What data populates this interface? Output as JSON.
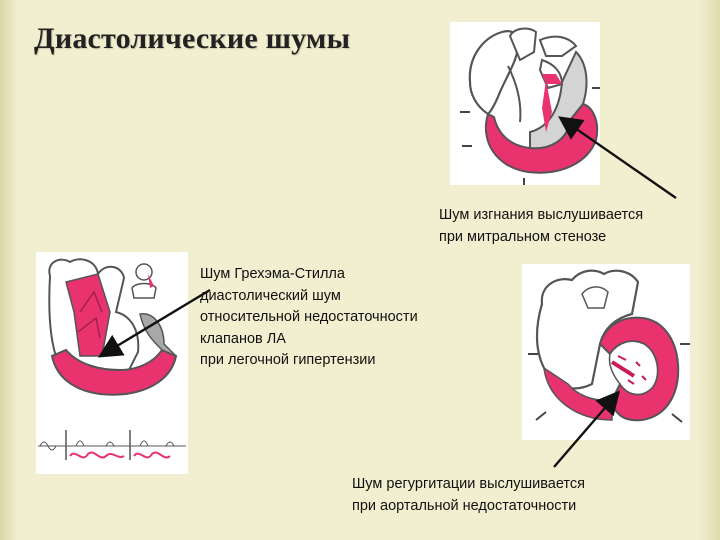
{
  "slide": {
    "title": "Диастолические шумы"
  },
  "captions": {
    "ejection": {
      "lines": [
        "Шум изгнания выслушивается",
        "при митральном стенозе"
      ]
    },
    "graham_steell": {
      "lines": [
        "Шум Грехэма-Стилла",
        "диастолический шум",
        "относительной недостаточности",
        "клапанов ЛА",
        "при легочной гипертензии"
      ]
    },
    "regurgitation": {
      "lines": [
        "Шум регургитации выслушивается",
        "при аортальной недостаточности"
      ]
    }
  },
  "colors": {
    "background": "#f1efcf",
    "heart_pink": "#e8336f",
    "heart_outline": "#555555",
    "heart_gray": "#a8a8a8"
  },
  "icons": {
    "top_diagram": "heart-diagram-mitral-stenosis",
    "left_diagram": "heart-diagram-pulmonary-regurgitation",
    "right_diagram": "heart-diagram-aortic-regurgitation"
  }
}
